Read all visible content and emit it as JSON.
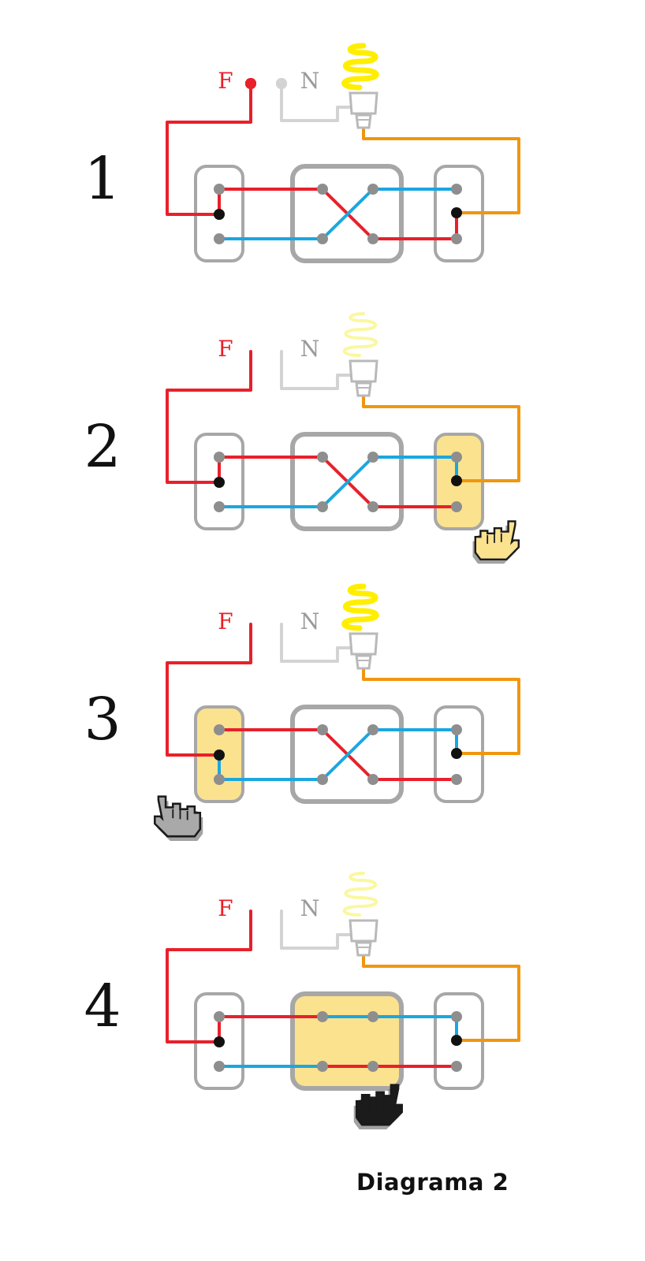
{
  "caption": "Diagrama 2",
  "labels": {
    "phase": "F",
    "neutral": "N"
  },
  "colors": {
    "phase": "#e8202a",
    "neutral": "#d3d3d3",
    "return": "#f0960e",
    "traveler": "#1aa7e0",
    "box": "#a7a7a7",
    "terminal": "#8e8e8e",
    "common": "#111111",
    "highlight": "#fbe28f",
    "lamp_on": "#ffee00",
    "lamp_off": "#fbf7a0"
  },
  "panels": [
    {
      "number": "1",
      "lamp": "on",
      "left_switch": "top",
      "middle": "crossed",
      "right_switch": "bottom",
      "pressed": "none"
    },
    {
      "number": "2",
      "lamp": "off",
      "left_switch": "top",
      "middle": "crossed",
      "right_switch": "top",
      "pressed": "right"
    },
    {
      "number": "3",
      "lamp": "on",
      "left_switch": "bottom",
      "middle": "crossed",
      "right_switch": "top",
      "pressed": "left"
    },
    {
      "number": "4",
      "lamp": "off",
      "left_switch": "top",
      "middle": "straight",
      "right_switch": "top",
      "pressed": "middle"
    }
  ]
}
